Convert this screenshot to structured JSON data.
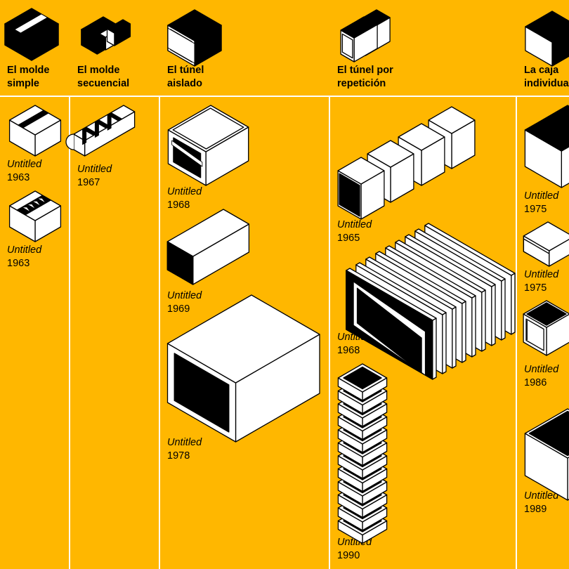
{
  "colors": {
    "background": "#FFB700",
    "ink": "#000000",
    "paper": "#FFFFFF"
  },
  "categories": [
    {
      "id": "molde-simple",
      "line1": "El molde",
      "line2": "simple",
      "icon": "simple-mold-icon",
      "works": [
        {
          "title": "Untitled",
          "year": "1963"
        },
        {
          "title": "Untitled",
          "year": "1963"
        }
      ]
    },
    {
      "id": "molde-secuencial",
      "line1": "El molde",
      "line2": "secuencial",
      "icon": "sequential-mold-icon",
      "works": [
        {
          "title": "Untitled",
          "year": "1967"
        }
      ]
    },
    {
      "id": "tunel-aislado",
      "line1": "El túnel",
      "line2": "aislado",
      "icon": "isolated-tunnel-icon",
      "works": [
        {
          "title": "Untitled",
          "year": "1968"
        },
        {
          "title": "Untitled",
          "year": "1969"
        },
        {
          "title": "Untitled",
          "year": "1978"
        }
      ]
    },
    {
      "id": "tunel-repeticion",
      "line1": "El túnel por",
      "line2": "repetición",
      "icon": "repeated-tunnel-icon",
      "works": [
        {
          "title": "Untitled",
          "year": "1965"
        },
        {
          "title": "Untitled",
          "year": "1968"
        },
        {
          "title": "Untitled",
          "year": "1990"
        }
      ]
    },
    {
      "id": "caja-individual",
      "line1": "La caja",
      "line2": "individual",
      "icon": "individual-box-icon",
      "works": [
        {
          "title": "Untitled",
          "year": "1975"
        },
        {
          "title": "Untitled",
          "year": "1975"
        },
        {
          "title": "Untitled",
          "year": "1986"
        },
        {
          "title": "Untitled",
          "year": "1989"
        }
      ]
    }
  ]
}
